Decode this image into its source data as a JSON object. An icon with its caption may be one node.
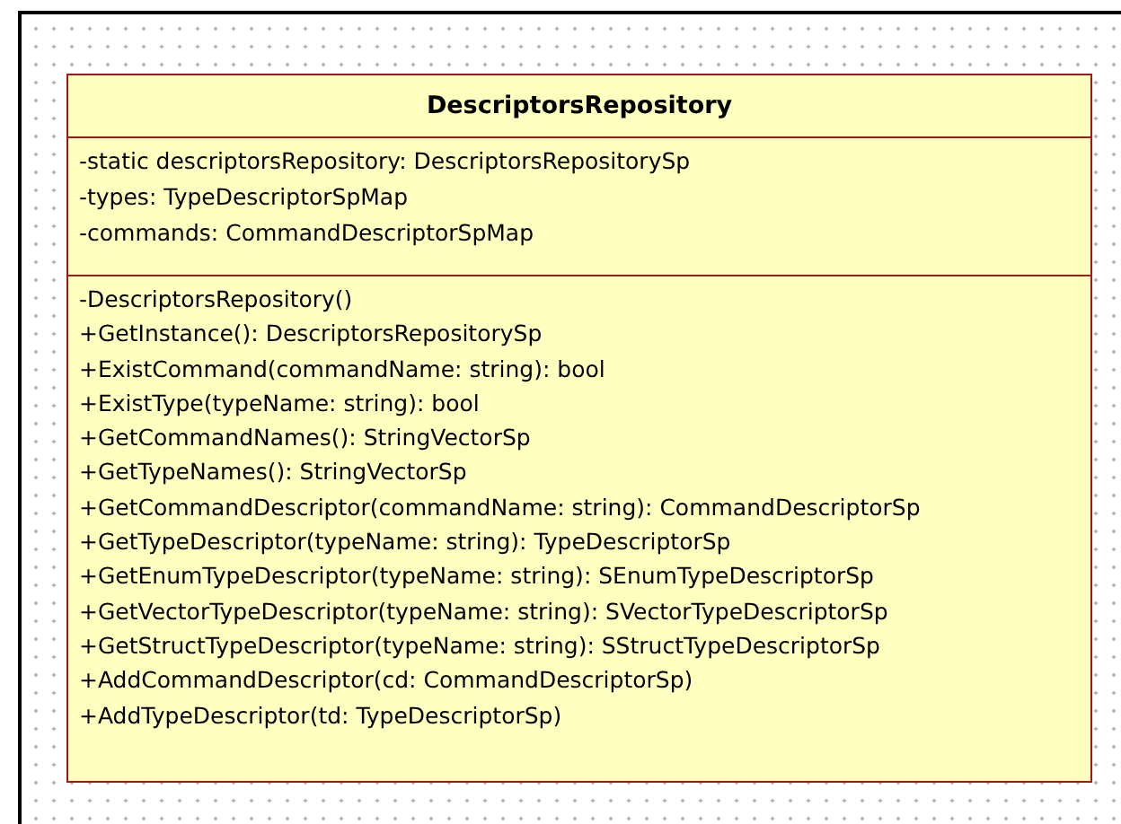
{
  "diagram": {
    "nodes": [
      {
        "text": [
          "DescriptorsRepository"
        ]
      },
      {
        "text": [
          "-static descriptorsRepository: DescriptorsRepositorySp",
          "-types: TypeDescriptorSpMap",
          "-commands: CommandDescriptorSpMap"
        ],
        "in": 0
      },
      {
        "text": [
          "-DescriptorsRepository()",
          "+GetInstance(): DescriptorsRepositorySp",
          "+ExistCommand(commandName: string): bool",
          "+ExistType(typeName: string): bool",
          "+GetCommandNames(): StringVectorSp",
          "+GetTypeNames(): StringVectorSp",
          "+GetCommandDescriptor(commandName: string): CommandDescriptorSp",
          "+GetTypeDescriptor(typeName: string): TypeDescriptorSp",
          "+GetEnumTypeDescriptor(typeName: string): SEnumTypeDescriptorSp",
          "+GetVectorTypeDescriptor(typeName: string): SVectorTypeDescriptorSp",
          "+GetStructTypeDescriptor(typeName: string): SStructTypeDescriptorSp",
          "+AddCommandDescriptor(cd: CommandDescriptorSp)",
          "+AddTypeDescriptor(td: TypeDescriptorSp)"
        ],
        "in": 0
      }
    ]
  }
}
